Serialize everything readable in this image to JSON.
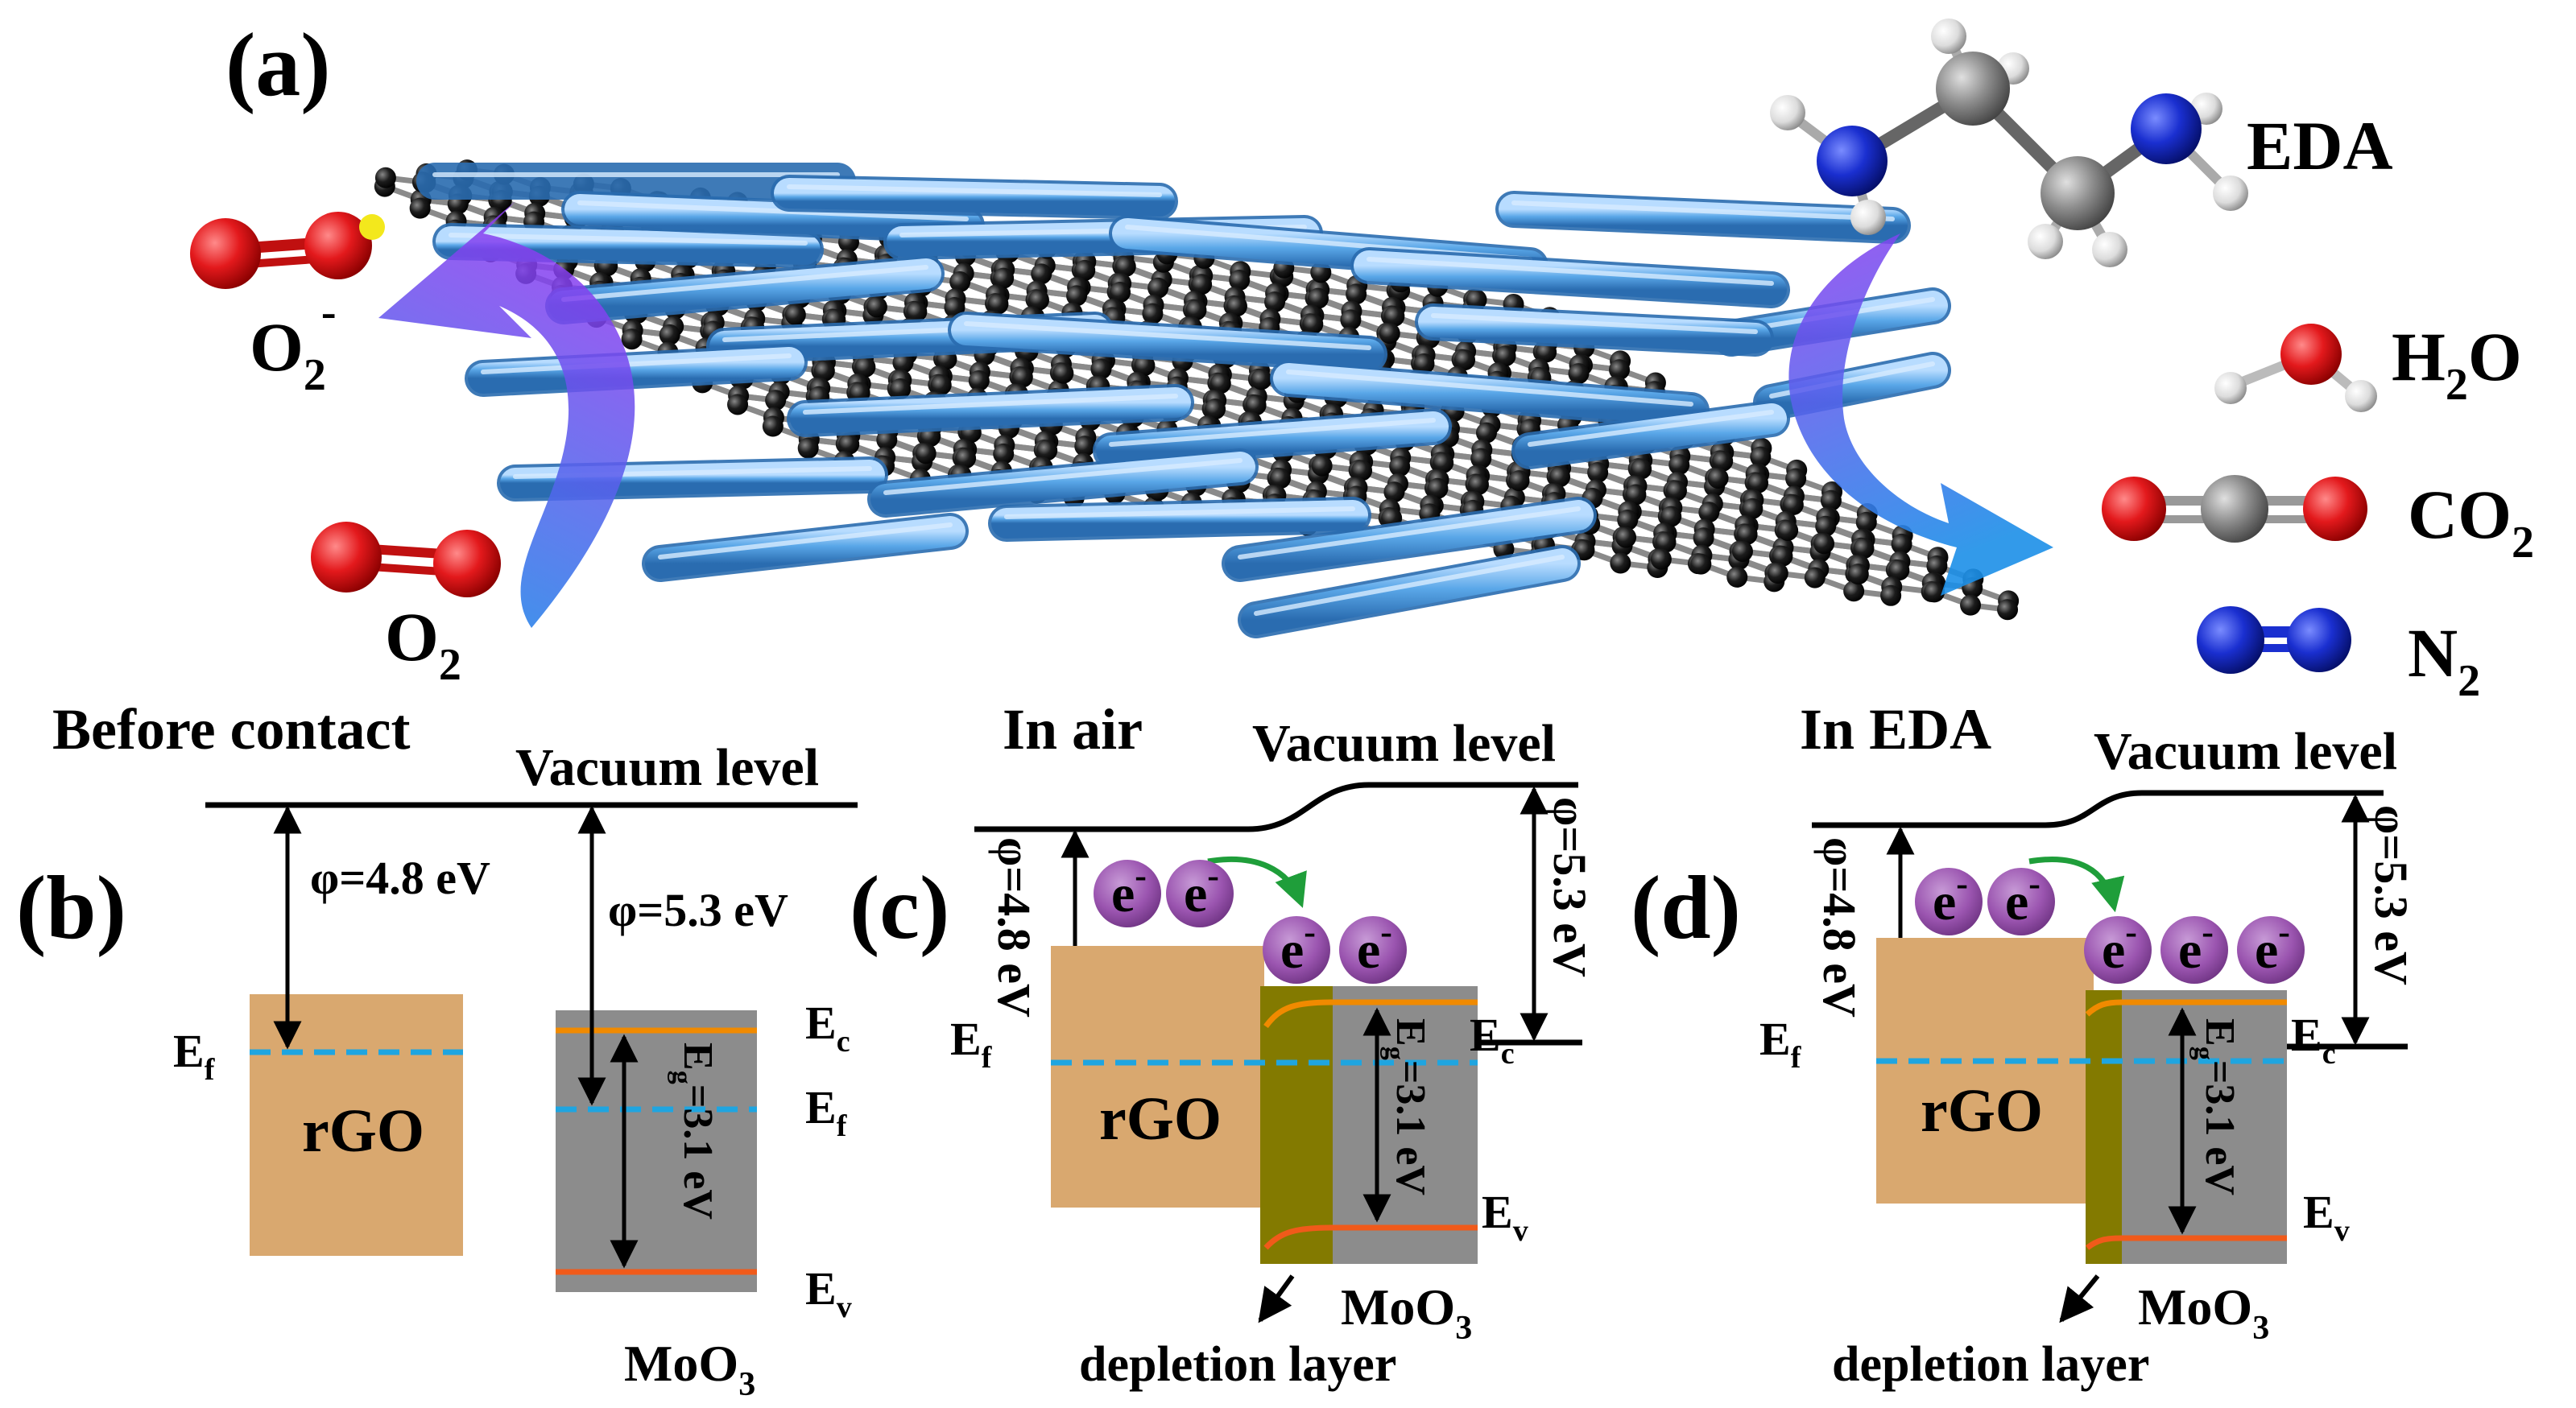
{
  "panel_a": {
    "label": "(a)",
    "molecule_labels": {
      "eda": "EDA",
      "h2o_main": "H",
      "h2o_sub": "2",
      "h2o_tail": "O",
      "co2_main": "CO",
      "co2_sub": "2",
      "n2_main": "N",
      "n2_sub": "2",
      "o2minus_main": "O",
      "o2minus_sub": "2",
      "o2minus_sup": "-",
      "o2_main": "O",
      "o2_sub": "2"
    },
    "colors": {
      "oxygen": "#e3191c",
      "carbon_gray": "#8e8e8e",
      "nitrogen": "#1a2fd0",
      "hydrogen": "#e8e8e8",
      "radical_h": "#f3e81c",
      "nanobelt": "#5aa7e8",
      "graphene_atom": "#1c1c1c",
      "arrow_purple": "#8a3cf0",
      "arrow_blue": "#1b8fe8"
    }
  },
  "panel_b": {
    "label": "(b)",
    "title": "Before contact",
    "vacuum": "Vacuum level",
    "phi_rgo": "φ=4.8 eV",
    "phi_moo3": "φ=5.3 eV",
    "ef_left_main": "E",
    "ef_left_sub": "f",
    "rgo": "rGO",
    "eg_main": "E",
    "eg_sub": "g",
    "eg_value": "=3.1 eV",
    "ec_main": "E",
    "ec_sub": "c",
    "ef_right_main": "E",
    "ef_right_sub": "f",
    "ev_main": "E",
    "ev_sub": "v",
    "moo3_main": "MoO",
    "moo3_sub": "3"
  },
  "panel_c": {
    "label": "(c)",
    "title": "In air",
    "vacuum": "Vacuum level",
    "phi_rgo": "φ=4.8 eV",
    "phi_moo3": "φ=5.3 eV",
    "ef_main": "E",
    "ef_sub": "f",
    "rgo": "rGO",
    "eg_main": "E",
    "eg_sub": "g",
    "eg_value": "=3.1 eV",
    "ec_main": "E",
    "ec_sub": "c",
    "ev_main": "E",
    "ev_sub": "v",
    "moo3_main": "MoO",
    "moo3_sub": "3",
    "depletion": "depletion layer",
    "electron": "e",
    "electron_sup": "-"
  },
  "panel_d": {
    "label": "(d)",
    "title": "In EDA",
    "vacuum": "Vacuum level",
    "phi_rgo": "φ=4.8 eV",
    "phi_moo3": "φ=5.3 eV",
    "ef_main": "E",
    "ef_sub": "f",
    "rgo": "rGO",
    "eg_main": "E",
    "eg_sub": "g",
    "eg_value": "=3.1 eV",
    "ec_main": "E",
    "ec_sub": "c",
    "ev_main": "E",
    "ev_sub": "v",
    "moo3_main": "MoO",
    "moo3_sub": "3",
    "depletion": "depletion layer",
    "electron": "e",
    "electron_sup": "-"
  },
  "band_colors": {
    "rgo_fill": "#d9a86f",
    "moo3_fill": "#8c8c8c",
    "depletion_fill": "#837a00",
    "fermi_dash": "#1fa5e0",
    "conduction": "#f08a00",
    "valence": "#f05a1a",
    "electron": "#9b55b0",
    "transfer_arrow": "#1f9e3a"
  }
}
